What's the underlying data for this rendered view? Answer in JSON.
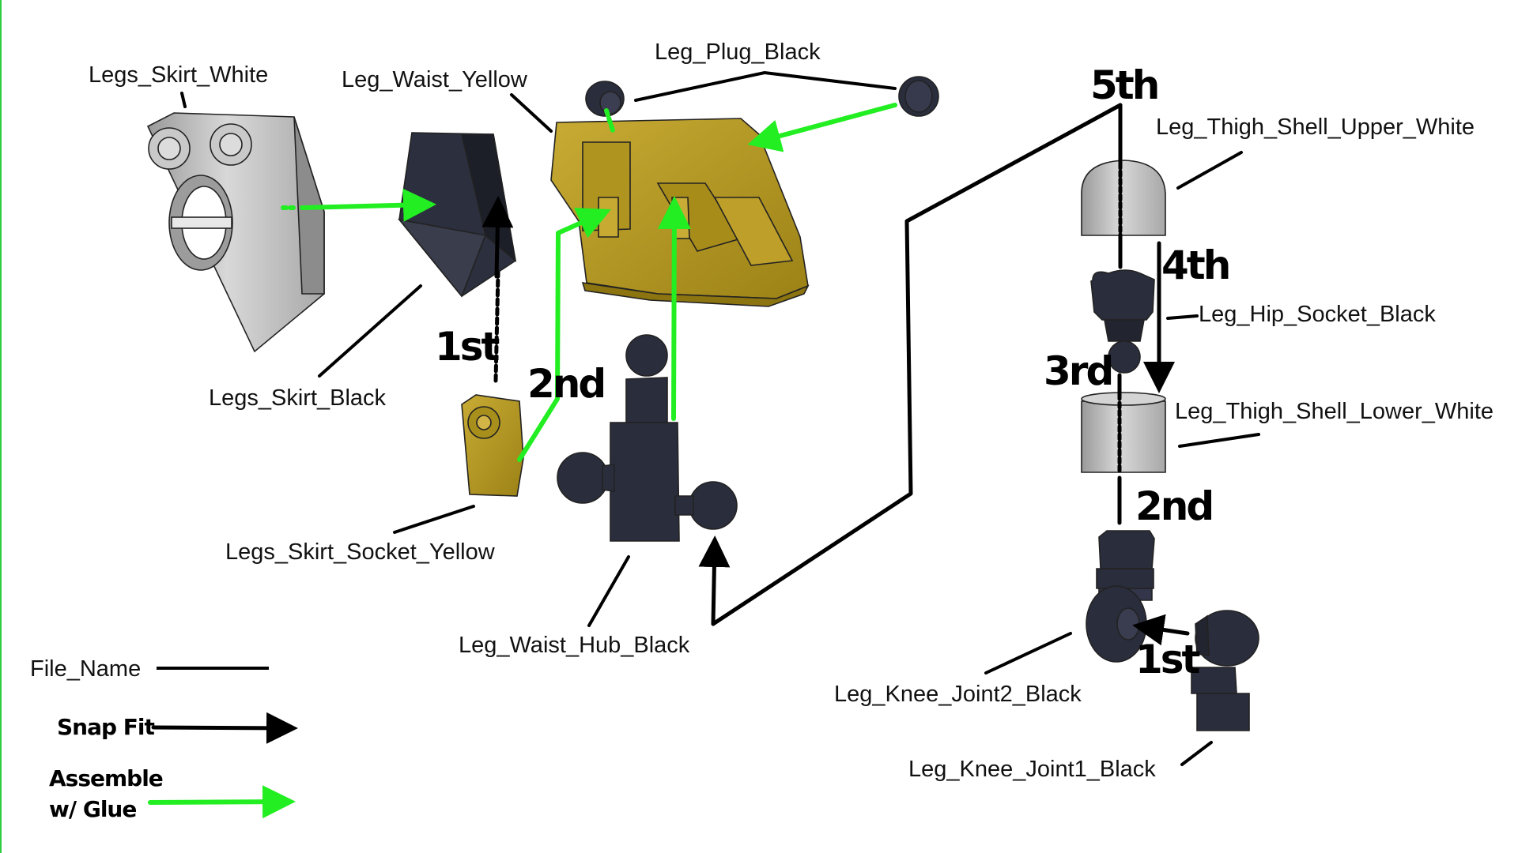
{
  "labels": {
    "legs_skirt_white": "Legs_Skirt_White",
    "leg_waist_yellow": "Leg_Waist_Yellow",
    "leg_plug_black": "Leg_Plug_Black",
    "legs_skirt_black": "Legs_Skirt_Black",
    "legs_skirt_socket_yellow": "Legs_Skirt_Socket_Yellow",
    "leg_waist_hub_black": "Leg_Waist_Hub_Black",
    "leg_thigh_shell_upper_white": "Leg_Thigh_Shell_Upper_White",
    "leg_hip_socket_black": "Leg_Hip_Socket_Black",
    "leg_thigh_shell_lower_white": "Leg_Thigh_Shell_Lower_White",
    "leg_knee_joint2_black": "Leg_Knee_Joint2_Black",
    "leg_knee_joint1_black": "Leg_Knee_Joint1_Black"
  },
  "steps": {
    "left_1st": "1st",
    "left_2nd": "2nd",
    "right_5th": "5th",
    "right_4th": "4th",
    "right_3rd": "3rd",
    "right_2nd": "2nd",
    "right_1st": "1st"
  },
  "legend": {
    "file_name": "File_Name",
    "snap_fit": "Snap Fit",
    "assemble_line1": "Assemble",
    "assemble_line2": "w/ Glue"
  },
  "colors": {
    "snap_fit": "#000000",
    "glue": "#22ee22",
    "white_part": "#c4c4c4",
    "black_part": "#2a2d3c",
    "yellow_part": "#b89a22"
  }
}
